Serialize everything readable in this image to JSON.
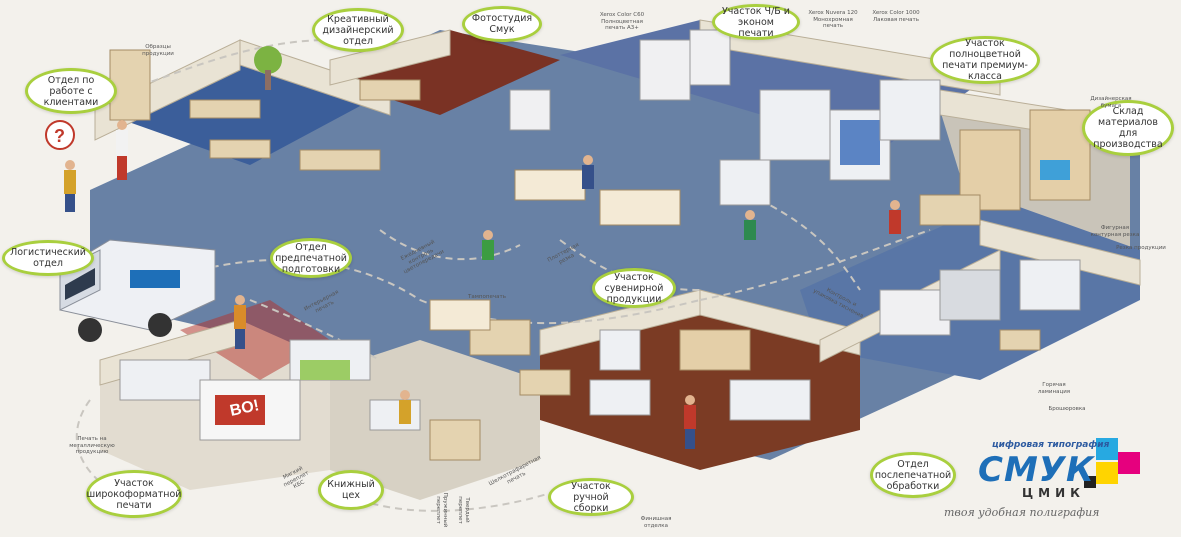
{
  "bubbles": {
    "client_dept": "Отдел по работе с клиентами",
    "creative": "Креативный дизайнерский отдел",
    "photo": "Фотостудия Смук",
    "bw_print": "Участок Ч/Б и эконом печати",
    "color_print": "Участок полноцветной печати премиум-класса",
    "warehouse": "Склад материалов для производства",
    "logistics": "Логистический отдел",
    "prepress": "Отдел предпечатной подготовки",
    "souvenir": "Участок сувенирной продукции",
    "wide_format": "Участок широкоформатной печати",
    "book": "Книжный цех",
    "manual": "Участок ручной сборки",
    "postpress": "Отдел послепечатной обработки"
  },
  "notes": {
    "samples": "Образцы продукции",
    "xerox1": "Xerox Color C60 Полноцветная печать A3+",
    "xerox2": "Xerox Nuvera 120 Монохромная печать",
    "xerox3": "Xerox Color 1000 Лаковая печать",
    "designer_paper": "Дизайнерская бумага",
    "cutting": "Фигурная контурная резка",
    "guillotine": "Резка продукции",
    "control": "Ежедневный контроль цветопередачи",
    "plotter": "Плоттерная резка",
    "pad_print": "Тампопечать",
    "interior_print": "Интерьерная печать",
    "contour": "Контроль и упаковка тиснения",
    "lamination": "Горячая ламинация",
    "binding": "Брошюровка",
    "metal_print": "Печать на металлическую продукцию",
    "book_binding": "Мягкий переплет КБС",
    "hard_cover": "Твердый переплет",
    "spring": "Пружинный переплет",
    "print_note": "Шелкотрафаретная печать",
    "finishing": "Финишная отделка",
    "banner": "BO!"
  },
  "logo": {
    "tagline": "цифровая типография",
    "brand": "СМУК",
    "brand2": "ЦМИК",
    "motto": "твоя удобная полиграфия"
  },
  "colors": {
    "accent": "#a9cf3e",
    "cyan": "#27a9e1",
    "magenta": "#e6007e",
    "yellow": "#ffd400",
    "black": "#222222"
  }
}
